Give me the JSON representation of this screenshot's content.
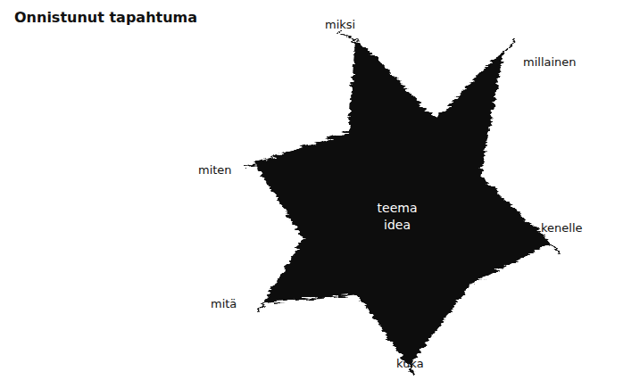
{
  "diagram": {
    "title": "Onnistunut tapahtuma",
    "nodes": [
      {
        "text": [
          "teema idea"
        ]
      }
    ],
    "labels": [
      "miksi",
      "millainen",
      "miten",
      "kenelle",
      "mitä",
      "kuka"
    ]
  }
}
